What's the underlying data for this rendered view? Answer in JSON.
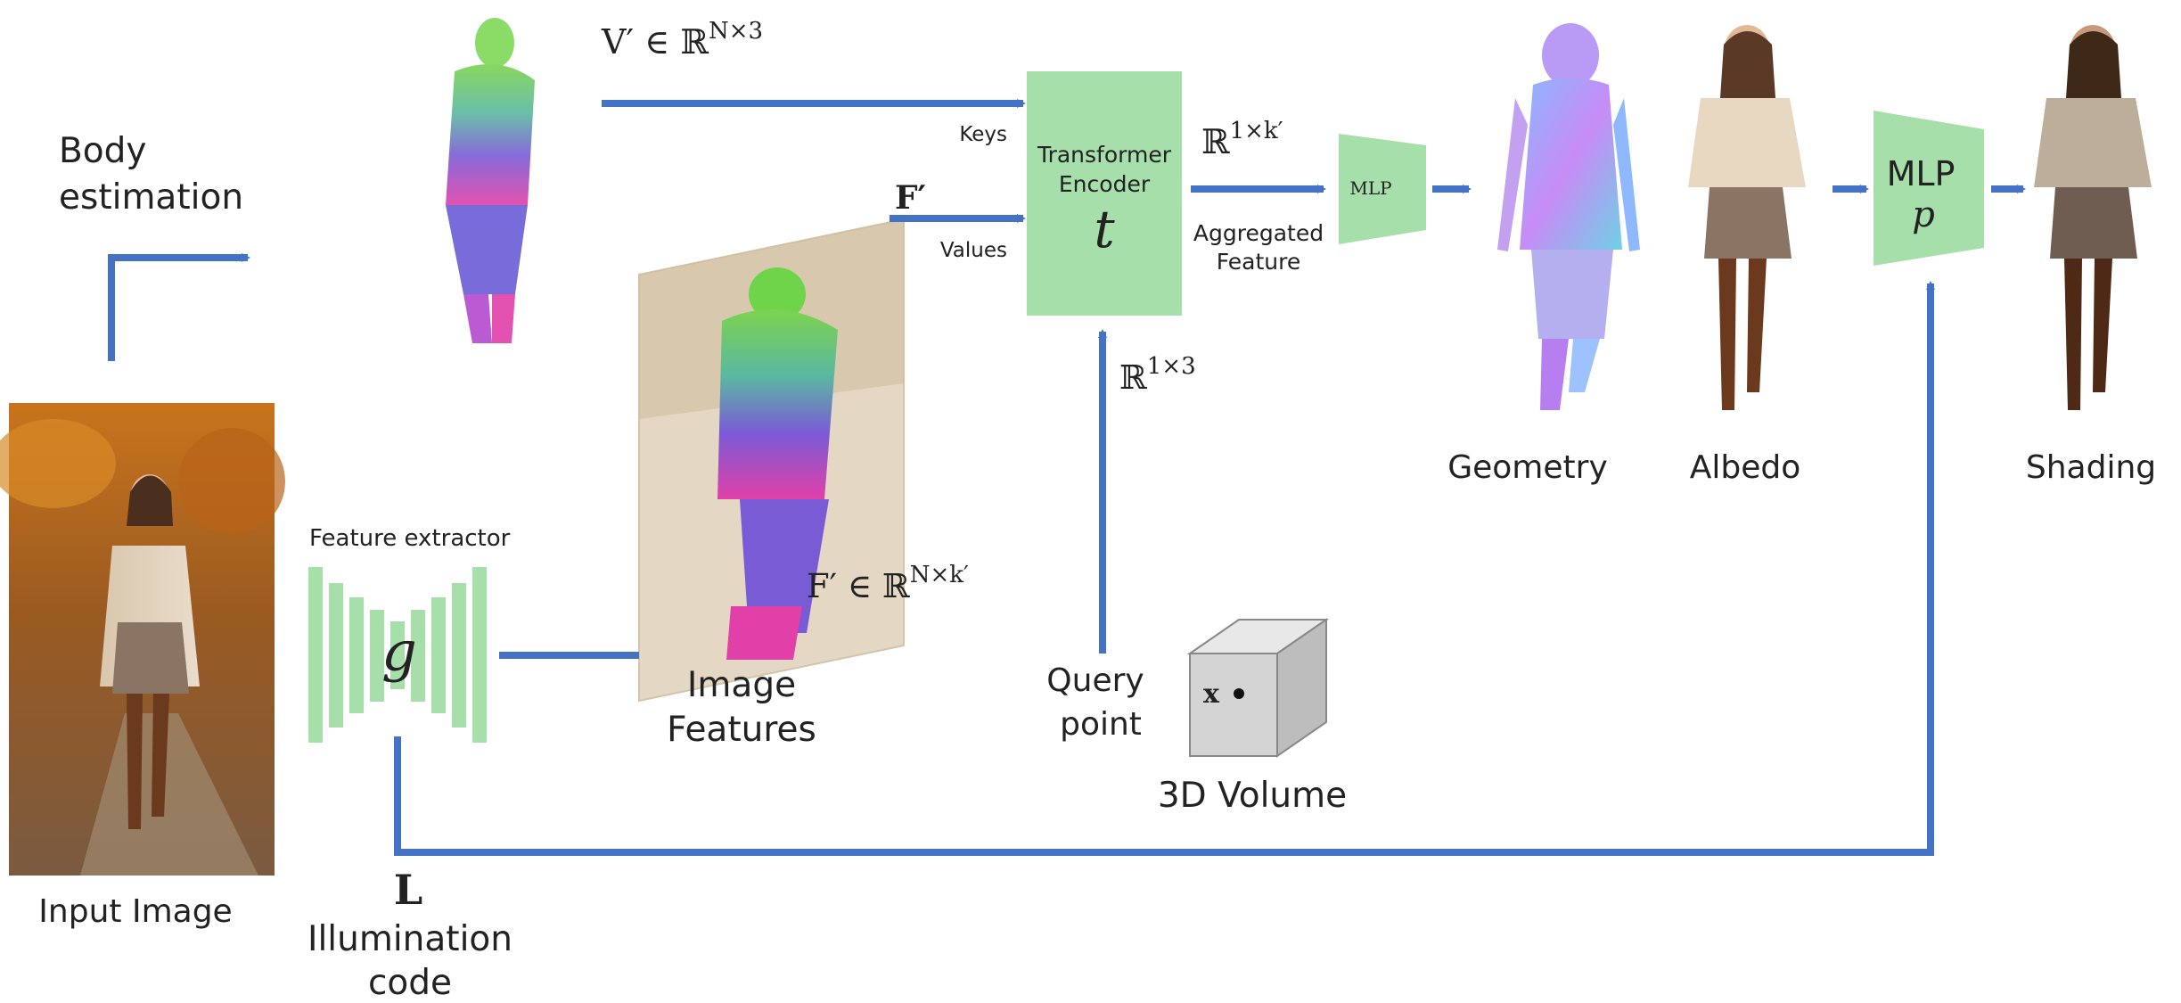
{
  "colors": {
    "arrow": "#4472c4",
    "module_fill": "#a6dfaa",
    "background": "#ffffff"
  },
  "labels": {
    "body_estimation_1": "Body",
    "body_estimation_2": "estimation",
    "input_image": "Input Image",
    "feature_extractor": "Feature extractor",
    "g": "g",
    "L": "L",
    "illumination_1": "Illumination",
    "illumination_2": "code",
    "image_features_1": "Image",
    "image_features_2": "Features",
    "keys": "Keys",
    "values": "Values",
    "transformer_1": "Transformer",
    "transformer_2": "Encoder",
    "t": "t",
    "aggregated_1": "Aggregated",
    "aggregated_2": "Feature",
    "mlp_small": "MLP",
    "mlp_large": "MLP",
    "p": "p",
    "query_1": "Query",
    "query_2": "point",
    "volume": "3D Volume",
    "x": "x",
    "geometry": "Geometry",
    "albedo": "Albedo",
    "shading": "Shading"
  },
  "math": {
    "v_prime": {
      "base": "V′ ∈ ℝ",
      "sup": "N×3"
    },
    "f_prime_top": "F′",
    "f_prime_bottom": {
      "base": "F′ ∈ ℝ",
      "sup": "N×k′"
    },
    "r_1k": {
      "base": "ℝ",
      "sup": "1×k′"
    },
    "r_13": {
      "base": "ℝ",
      "sup": "1×3"
    }
  }
}
